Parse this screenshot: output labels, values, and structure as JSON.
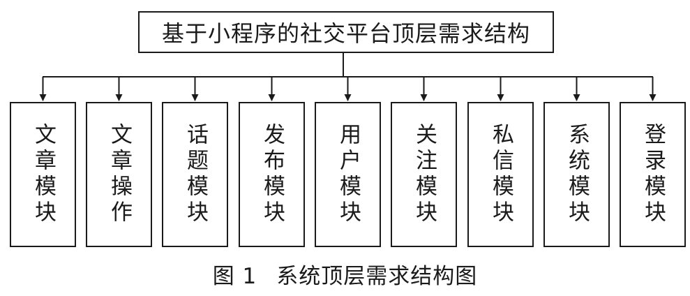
{
  "root": {
    "label": "基于小程序的社交平台顶层需求结构"
  },
  "modules": [
    {
      "label": "文章模块"
    },
    {
      "label": "文章操作"
    },
    {
      "label": "话题模块"
    },
    {
      "label": "发布模块"
    },
    {
      "label": "用户模块"
    },
    {
      "label": "关注模块"
    },
    {
      "label": "私信模块"
    },
    {
      "label": "系统模块"
    },
    {
      "label": "登录模块"
    }
  ],
  "caption": {
    "number": "图 1",
    "title": "系统顶层需求结构图"
  }
}
